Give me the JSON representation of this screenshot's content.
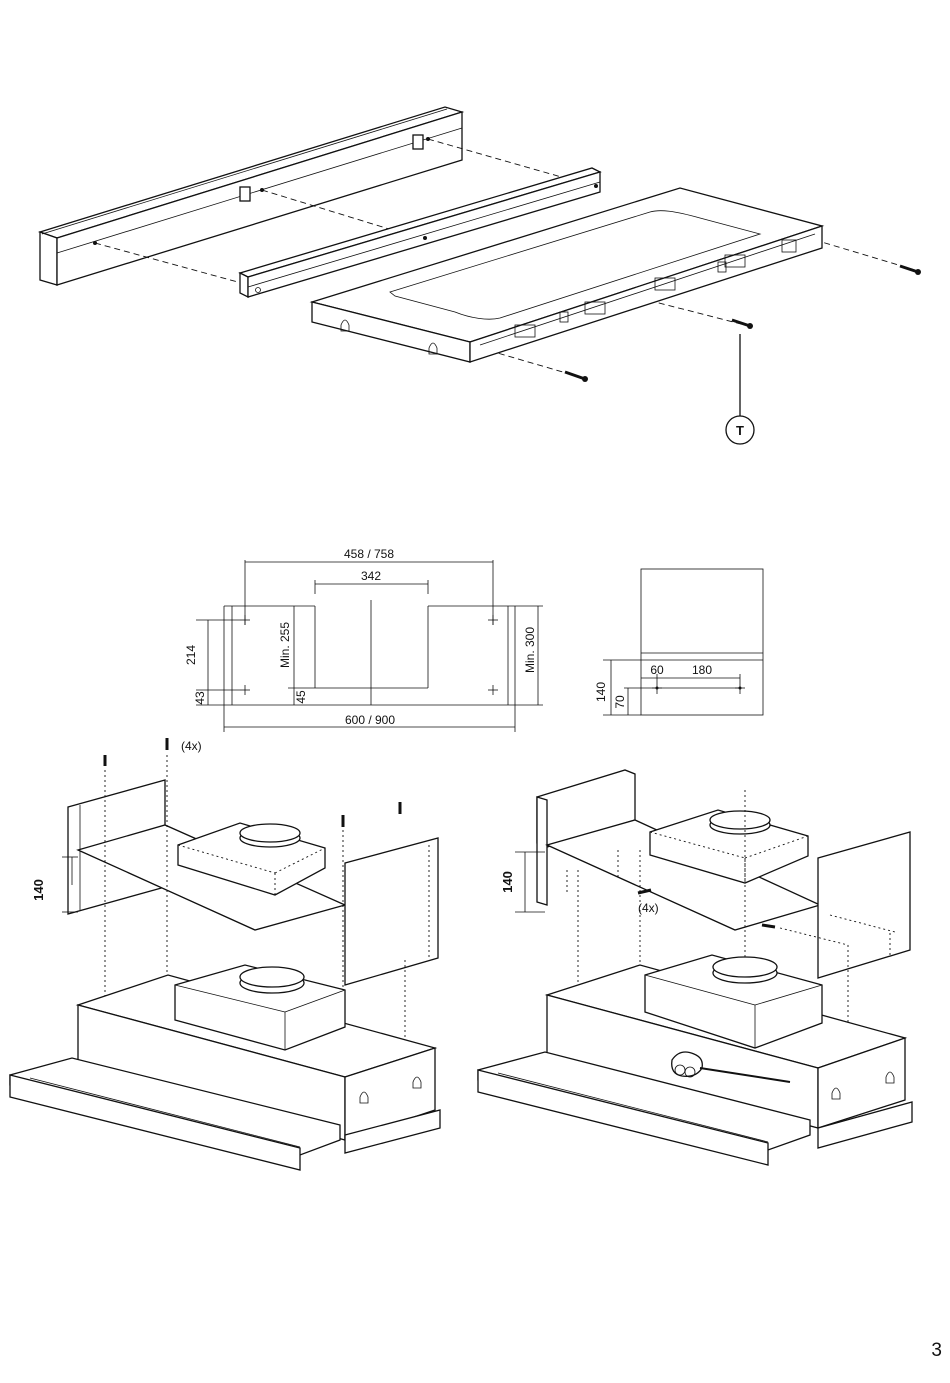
{
  "page_number": "3",
  "figure1": {
    "callout_letter": "T"
  },
  "drawing_a": {
    "dim_outer_top": "458 / 758",
    "dim_inner_top": "342",
    "dim_left_height": "214",
    "dim_left_bottom": "43",
    "dim_min_inner": "Min. 255",
    "dim_inner_bottom": "45",
    "dim_min_right": "Min. 300",
    "dim_bottom": "600 / 900"
  },
  "drawing_b": {
    "dim_height": "140",
    "dim_low": "70",
    "dim_offset": "60",
    "dim_spacing": "180"
  },
  "figure_left": {
    "screws_qty": "(4x)",
    "height": "140"
  },
  "figure_right": {
    "screws_qty": "(4x)",
    "height": "140"
  }
}
